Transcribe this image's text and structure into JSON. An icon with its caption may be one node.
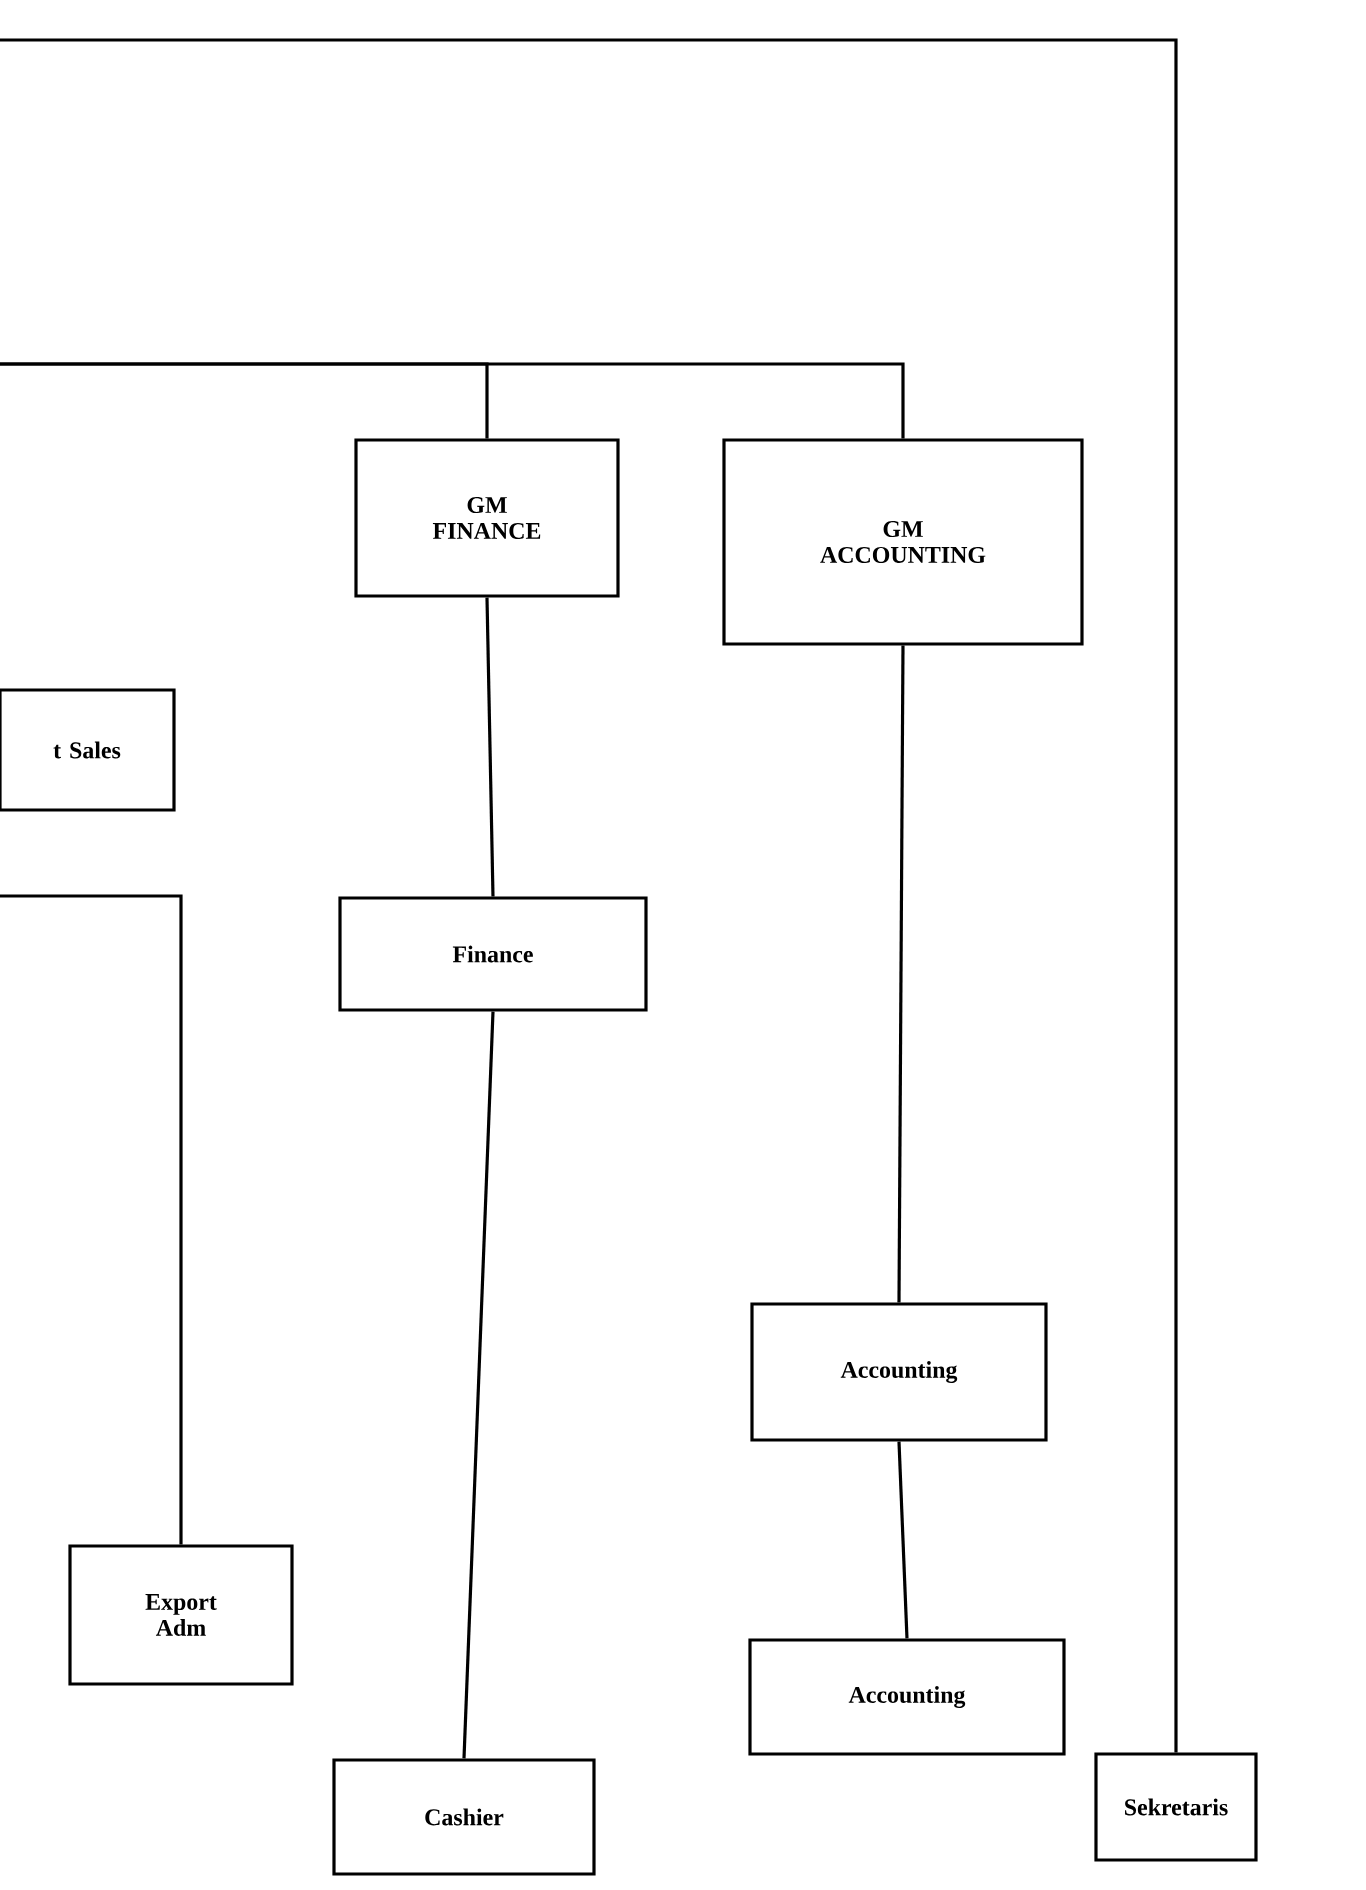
{
  "diagram": {
    "nodes": [
      {
        "text": [
          "t Sales"
        ]
      },
      {
        "text": [
          "GM FINANCE"
        ]
      },
      {
        "text": [
          "GM ACCOUNTING"
        ]
      },
      {
        "text": [
          "Finance"
        ]
      },
      {
        "text": [
          "Accounting"
        ]
      },
      {
        "text": [
          "Export Adm"
        ]
      },
      {
        "text": [
          "Accounting"
        ]
      },
      {
        "text": [
          "Sekretaris"
        ]
      },
      {
        "text": [
          "Cashier"
        ]
      }
    ],
    "edges": [
      {
        "from": null,
        "to": 7,
        "arrow": "none"
      },
      {
        "from": null,
        "to": 1,
        "arrow": "none"
      },
      {
        "from": null,
        "to": 2,
        "arrow": "none"
      },
      {
        "from": null,
        "to": 5,
        "arrow": "none"
      },
      {
        "from": 1,
        "to": 3,
        "arrow": "none"
      },
      {
        "from": 3,
        "to": 8,
        "arrow": "none"
      },
      {
        "from": 2,
        "to": 4,
        "arrow": "none"
      },
      {
        "from": 4,
        "to": 6,
        "arrow": "none"
      }
    ]
  }
}
